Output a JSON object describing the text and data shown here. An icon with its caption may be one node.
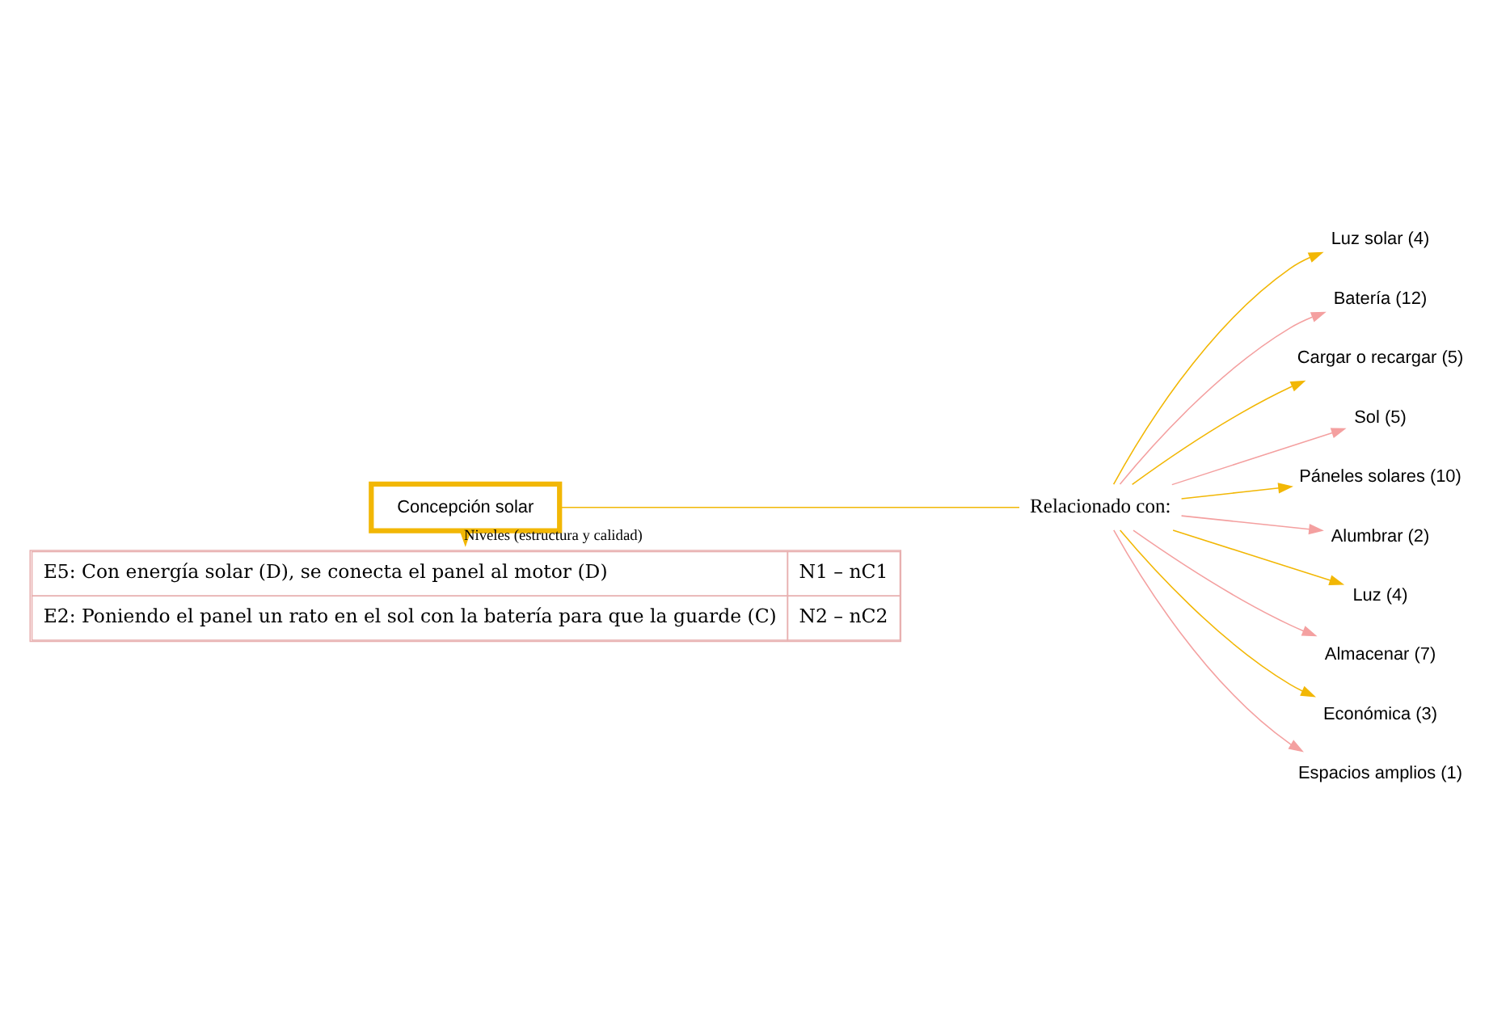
{
  "diagram": {
    "nodes": [
      {
        "text": [
          "Concepción solar"
        ]
      },
      {
        "text": [
          "Relacionado con:"
        ]
      },
      {
        "text": [
          "Luz solar (4)"
        ]
      },
      {
        "text": [
          "Batería (12)"
        ]
      },
      {
        "text": [
          "Cargar o recargar (5)"
        ]
      },
      {
        "text": [
          "Sol (5)"
        ]
      },
      {
        "text": [
          "Páneles solares (10)"
        ]
      },
      {
        "text": [
          "Alumbrar (2)"
        ]
      },
      {
        "text": [
          "Luz (4)"
        ]
      },
      {
        "text": [
          "Almacenar (7)"
        ]
      },
      {
        "text": [
          "Económica (3)"
        ]
      },
      {
        "text": [
          "Espacios amplios (1)"
        ]
      },
      {
        "text": [
          "E5: Con energía solar (D), se conecta el panel al motor (D)",
          "N1 – nC1",
          "E2: Poniendo el panel un rato en el sol con la batería para que la guarde (C)",
          "N2 – nC2"
        ]
      }
    ],
    "edges": [
      {
        "from": 0,
        "to": 1,
        "arrow": "none",
        "color": "#f2b705"
      },
      {
        "from": 1,
        "to": 2,
        "arrow": "to",
        "color": "#f2b705"
      },
      {
        "from": 1,
        "to": 3,
        "arrow": "to",
        "color": "#f4a0a0"
      },
      {
        "from": 1,
        "to": 4,
        "arrow": "to",
        "color": "#f2b705"
      },
      {
        "from": 1,
        "to": 5,
        "arrow": "to",
        "color": "#f4a0a0"
      },
      {
        "from": 1,
        "to": 6,
        "arrow": "to",
        "color": "#f2b705"
      },
      {
        "from": 1,
        "to": 7,
        "arrow": "to",
        "color": "#f4a0a0"
      },
      {
        "from": 1,
        "to": 8,
        "arrow": "to",
        "color": "#f2b705"
      },
      {
        "from": 1,
        "to": 9,
        "arrow": "to",
        "color": "#f4a0a0"
      },
      {
        "from": 1,
        "to": 10,
        "arrow": "to",
        "color": "#f2b705"
      },
      {
        "from": 1,
        "to": 11,
        "arrow": "to",
        "color": "#f4a0a0"
      },
      {
        "from": 0,
        "to": 12,
        "arrow": "to",
        "label": "Niveles (estructura y calidad)",
        "color": "#f2b705"
      }
    ]
  }
}
